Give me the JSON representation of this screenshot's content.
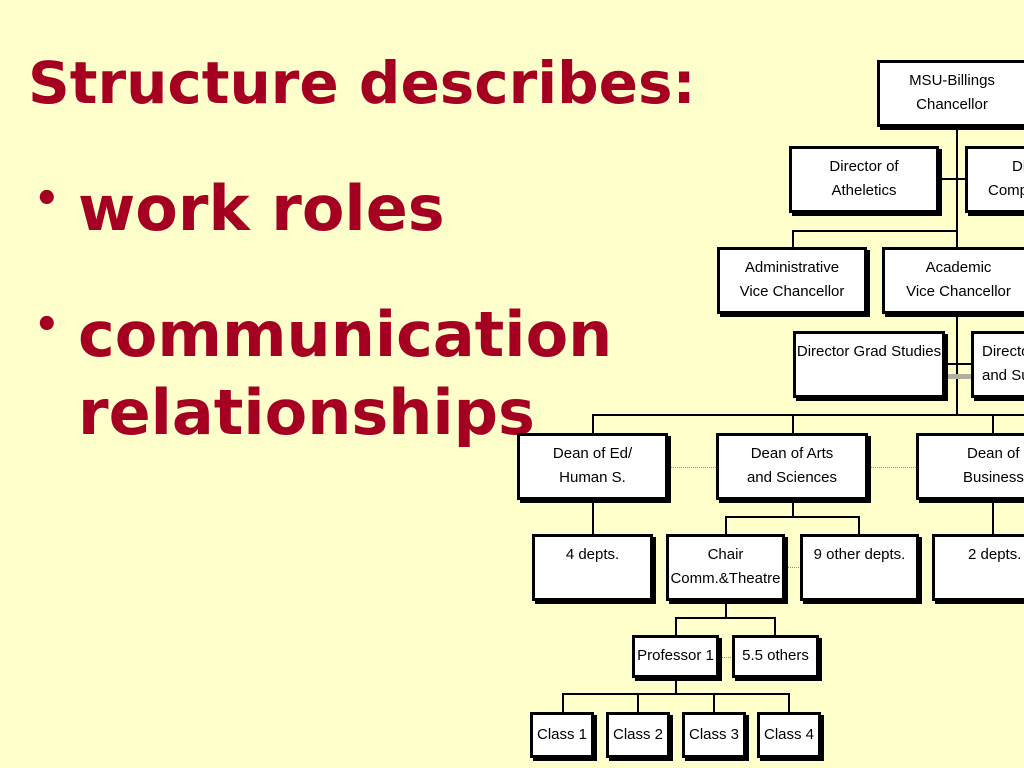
{
  "slide": {
    "title": "Structure describes:",
    "bullets": [
      "work roles",
      "communication",
      "relationships"
    ]
  },
  "org": {
    "chancellor": [
      "MSU-Billings",
      "Chancellor"
    ],
    "dir_athletics": [
      "Director of",
      "Atheletics"
    ],
    "dir_comp": [
      "Di",
      "Comp"
    ],
    "admin_vc": [
      "Administrative",
      "Vice Chancellor"
    ],
    "academic_vc": [
      "Academic",
      "Vice Chancellor"
    ],
    "dir_grad": [
      "Director Grad Studies"
    ],
    "dir_su": [
      "Directo",
      "and Su"
    ],
    "dean_ed": [
      "Dean of Ed/",
      "Human S."
    ],
    "dean_arts": [
      "Dean of Arts",
      "and Sciences"
    ],
    "dean_bus": [
      "Dean of",
      "Business"
    ],
    "depts_4": [
      "4 depts."
    ],
    "chair": [
      "Chair",
      "Comm.&Theatre"
    ],
    "depts_9": [
      "9 other depts."
    ],
    "depts_2": [
      "2 depts."
    ],
    "prof1": [
      "Professor 1"
    ],
    "others55": [
      "5.5 others"
    ],
    "class1": [
      "Class 1"
    ],
    "class2": [
      "Class 2"
    ],
    "class3": [
      "Class 3"
    ],
    "class4": [
      "Class 4"
    ]
  }
}
